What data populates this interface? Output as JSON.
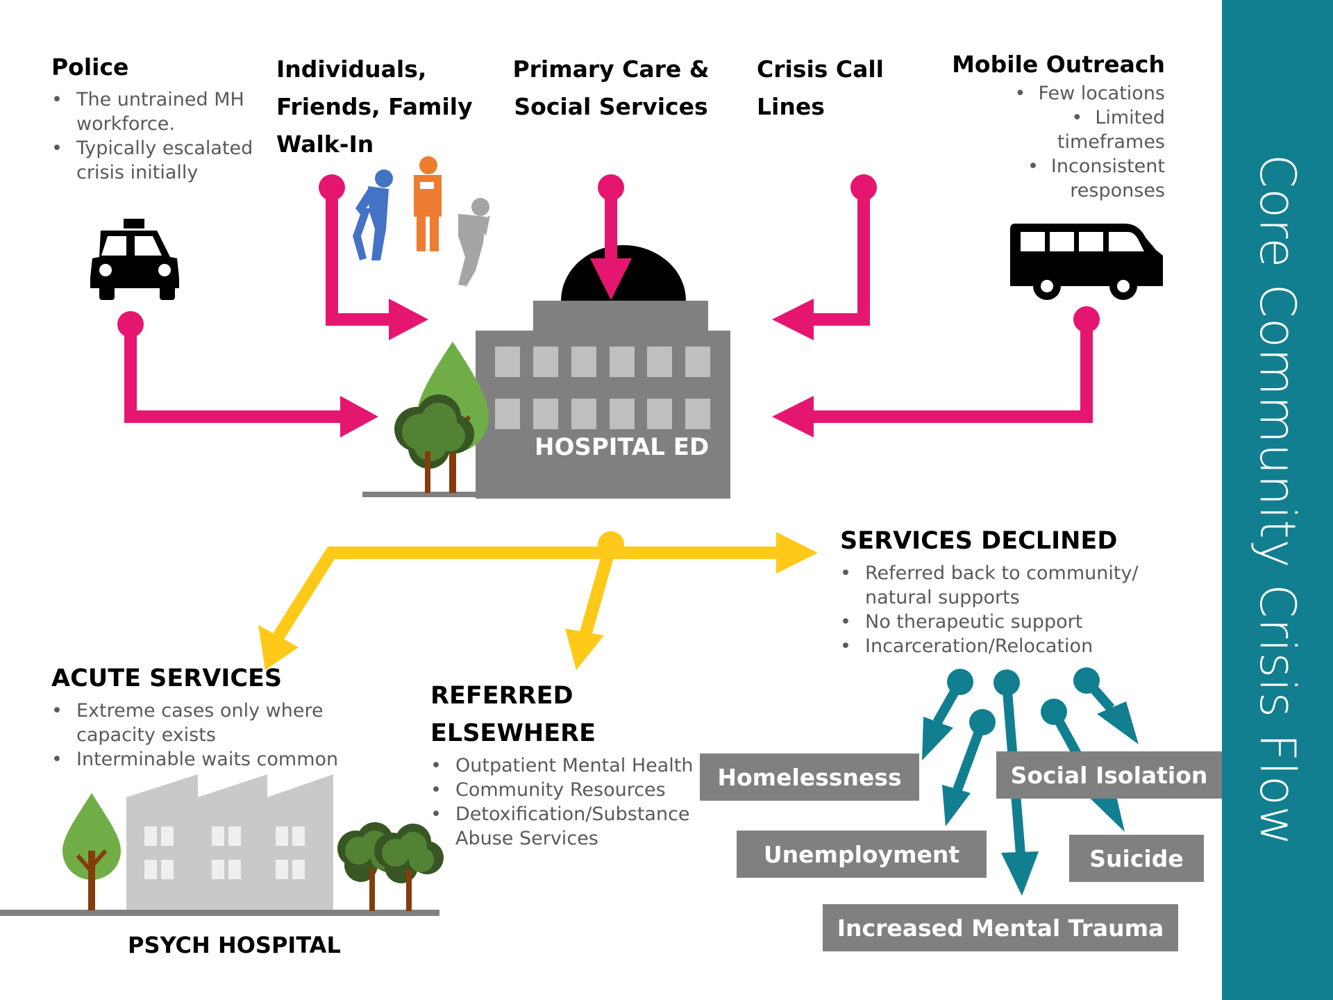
{
  "title": "Core Community Crisis Flow",
  "colors": {
    "accent": "#117F8F",
    "inflow": "#E5166F",
    "outflow": "#FFC91A",
    "outcome": "#808080"
  },
  "sources": [
    {
      "title": "Police",
      "bullets": [
        "The untrained MH workforce.",
        "Typically escalated crisis initially"
      ],
      "icon": "taxi-icon"
    },
    {
      "title": "Individuals, Friends, Family Walk-In",
      "bullets": [],
      "icon": "walking-people-icon"
    },
    {
      "title": "Primary Care & Social Services",
      "bullets": []
    },
    {
      "title": "Crisis Call Lines",
      "bullets": []
    },
    {
      "title": "Mobile Outreach",
      "bullets": [
        "Few locations",
        "Limited timeframes",
        "Inconsistent responses"
      ],
      "icon": "van-icon"
    }
  ],
  "hospital": {
    "label": "HOSPITAL ED"
  },
  "destinations": {
    "acute": {
      "title": "ACUTE SERVICES",
      "bullets": [
        "Extreme cases only where capacity exists",
        "Interminable waits common"
      ]
    },
    "referred": {
      "title": "REFERRED ELSEWHERE",
      "bullets": [
        "Outpatient Mental Health",
        "Community Resources",
        "Detoxification/Substance Abuse Services"
      ]
    },
    "declined": {
      "title": "SERVICES DECLINED",
      "bullets": [
        "Referred back to community/ natural supports",
        "No therapeutic support",
        "Incarceration/Relocation"
      ]
    }
  },
  "psych_hospital": {
    "label": "PSYCH HOSPITAL"
  },
  "outcomes": [
    "Homelessness",
    "Social Isolation",
    "Unemployment",
    "Suicide",
    "Increased Mental Trauma"
  ]
}
